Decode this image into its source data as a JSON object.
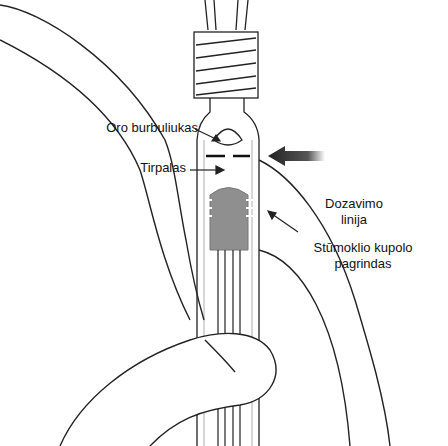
{
  "diagram": {
    "labels": [
      "Oro burbuliukas",
      "Tirpalas",
      "Dozavimo linija",
      "Stūmoklio kupolo pagrindas"
    ]
  }
}
